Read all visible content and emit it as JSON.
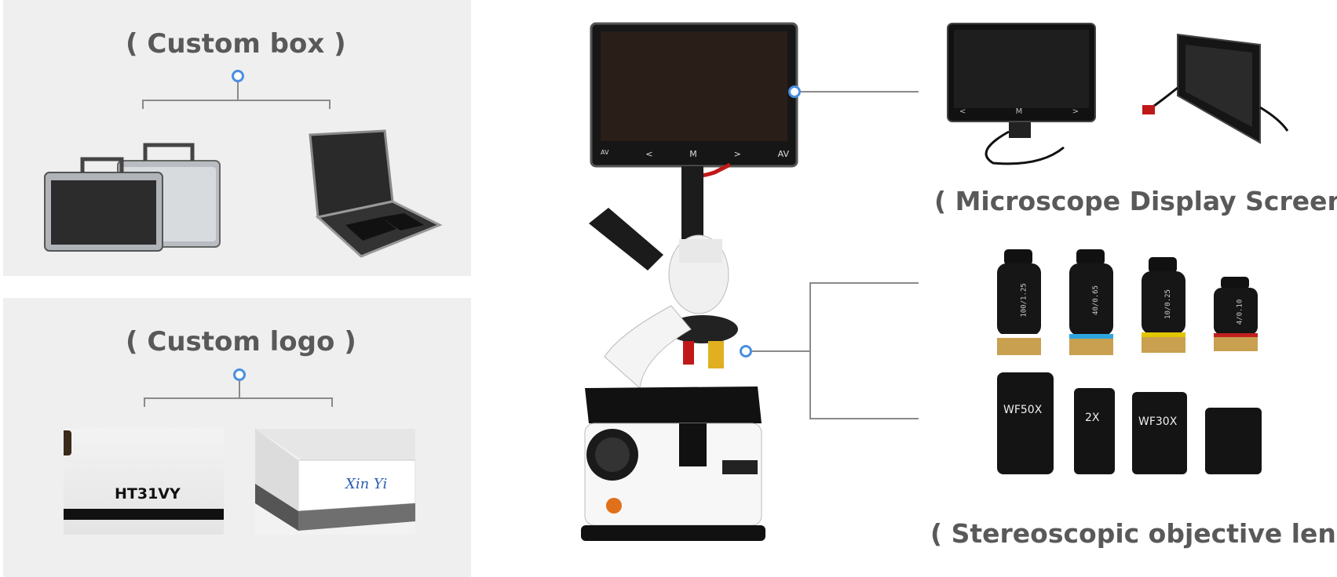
{
  "sections": {
    "custom_box": {
      "title": "( Custom box )"
    },
    "custom_logo": {
      "title": "( Custom logo )",
      "logo_text_1": "HT31VY",
      "logo_text_2": "Xin Yi"
    },
    "display_screen": {
      "title": "( Microscope Display Screen )"
    },
    "objective_lens": {
      "title": "( Stereoscopic objective lens )"
    }
  },
  "screen_buttons": [
    "AV",
    "<",
    "M",
    ">",
    "AV"
  ],
  "objectives": [
    {
      "label": "100/1.25",
      "band_color": "#ffffff"
    },
    {
      "label": "40/0.65",
      "band_color": "#2fa6e0"
    },
    {
      "label": "10/0.25",
      "band_color": "#e2c400"
    },
    {
      "label": "4/0.10",
      "band_color": "#c02020"
    }
  ],
  "eyepieces": [
    "WF50X",
    "2X",
    "WF30X",
    ""
  ],
  "accent_color": "#4a8fe0"
}
